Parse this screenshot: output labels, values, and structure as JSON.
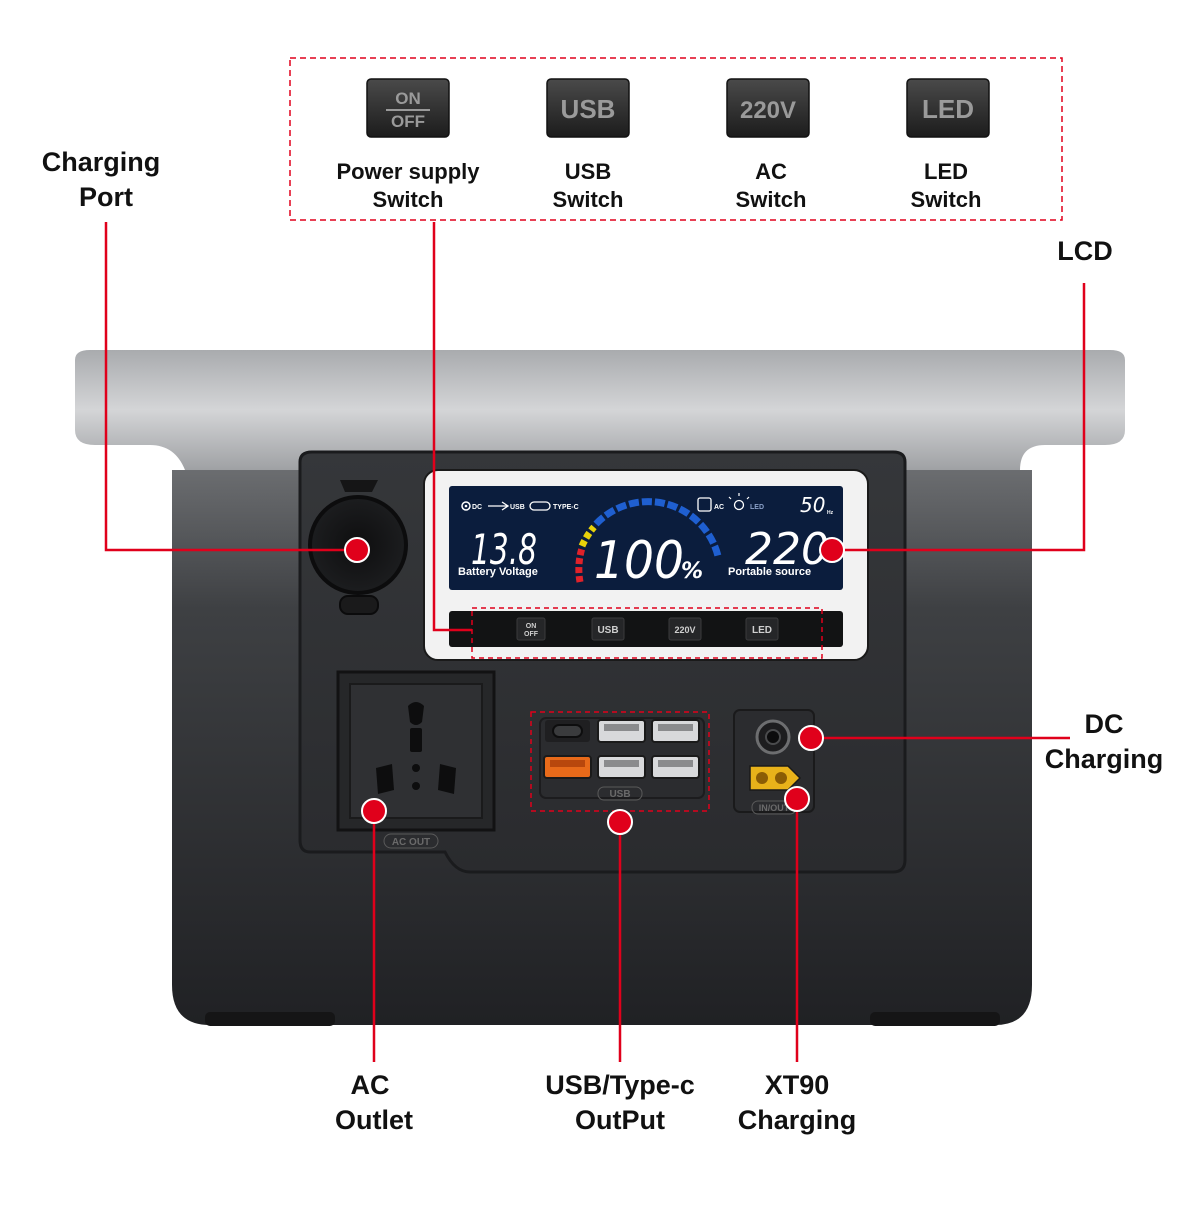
{
  "switch_legend": {
    "buttons": [
      {
        "face_top": "ON",
        "face_bottom": "OFF",
        "caption_1": "Power supply",
        "caption_2": "Switch"
      },
      {
        "face": "USB",
        "caption_1": "USB",
        "caption_2": "Switch"
      },
      {
        "face": "220V",
        "caption_1": "AC",
        "caption_2": "Switch"
      },
      {
        "face": "LED",
        "caption_1": "LED",
        "caption_2": "Switch"
      }
    ]
  },
  "callouts": {
    "charging_port": {
      "line1": "Charging",
      "line2": "Port"
    },
    "lcd": {
      "line1": "LCD"
    },
    "dc_charging": {
      "line1": "DC",
      "line2": "Charging"
    },
    "ac_outlet": {
      "line1": "AC",
      "line2": "Outlet"
    },
    "usb_output": {
      "line1": "USB/Type-c",
      "line2": "OutPut"
    },
    "xt90_charging": {
      "line1": "XT90",
      "line2": "Charging"
    }
  },
  "lcd": {
    "icons_left": {
      "dc": "DC",
      "usb": "USB",
      "typec": "TYPE-C"
    },
    "icons_right": {
      "ac": "AC",
      "led": "LED"
    },
    "battery_voltage_value": "13.8",
    "battery_voltage_label": "Battery Voltage",
    "percent_value": "100",
    "percent_sign": "%",
    "output_value": "220",
    "output_label": "Portable source",
    "frequency_value": "50",
    "frequency_unit": "Hz"
  },
  "panel_buttons": {
    "on": "ON",
    "off": "OFF",
    "usb": "USB",
    "ac": "220V",
    "led": "LED"
  },
  "engravings": {
    "ac_out": "AC OUT",
    "usb": "USB",
    "in_out": "IN/OUT"
  },
  "colors": {
    "callout_red": "#e0001b",
    "lcd_background": "#0b1d3d",
    "gauge_blue": "#1f5fd0",
    "gauge_yellow": "#e8d20a",
    "gauge_red": "#e0222a",
    "xt90_yellow": "#e8b21a",
    "qc_port_orange": "#e86a1a"
  }
}
